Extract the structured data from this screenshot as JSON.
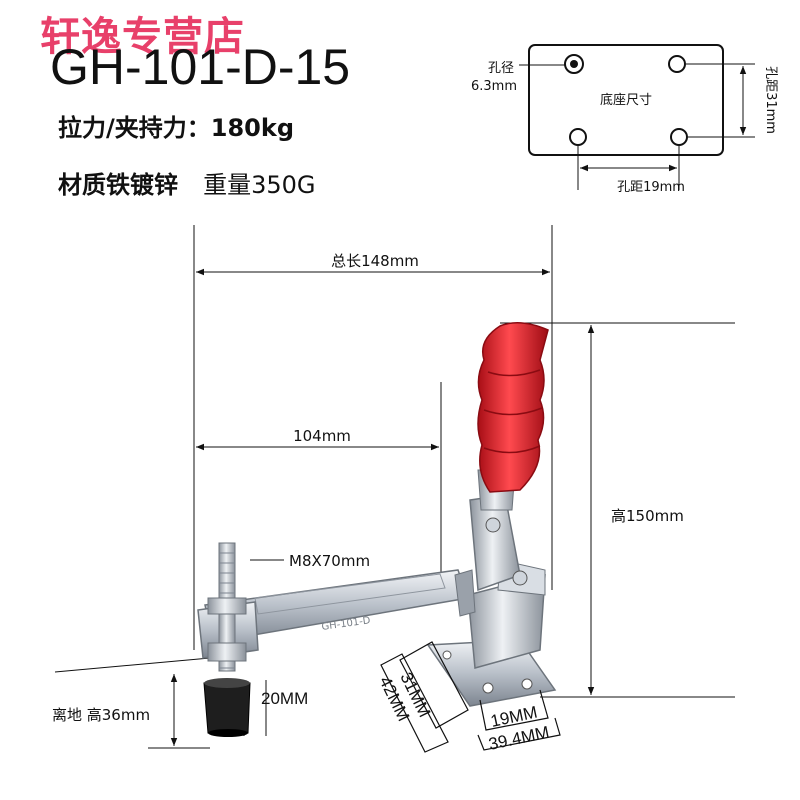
{
  "store_name": "轩逸专营店",
  "model": "GH-101-D-15",
  "specs": {
    "force": "拉力/夹持力：180kg",
    "material": "材质铁镀锌",
    "weight": "重量350G"
  },
  "base_diagram": {
    "hole_diameter_label": "孔径",
    "hole_diameter_value": "6.3mm",
    "center_label": "底座尺寸",
    "hole_spacing_vertical": "孔距31mm",
    "hole_spacing_horizontal": "孔距19mm"
  },
  "dimensions": {
    "total_length": "总长148mm",
    "arm_length": "104mm",
    "height": "高150mm",
    "spindle": "M8X70mm",
    "ground_height": "离地 高36mm",
    "foot_size": "20MM",
    "base_31": "31MM",
    "base_42": "42MM",
    "base_19": "19MM",
    "base_394": "39.4MM"
  },
  "colors": {
    "store": "#e8406a",
    "handle": "#d91a24",
    "metal": "#c8ced6"
  }
}
